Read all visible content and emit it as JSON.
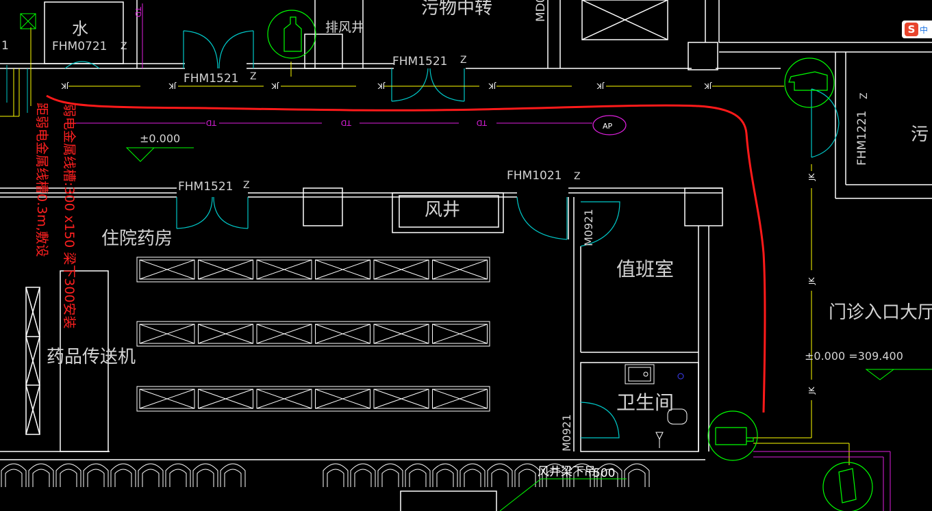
{
  "rooms": {
    "water": "水",
    "waste_transfer": "污物中转",
    "exhaust_shaft": "排风井",
    "pharmacy": "住院药房",
    "air_shaft": "风井",
    "duty_room": "值班室",
    "restroom": "卫生间",
    "med_conveyor": "药品传送机",
    "outpatient_lobby": "门诊入口大厅",
    "dirty_partial": "污"
  },
  "doors": {
    "fhm0721": "FHM0721",
    "fhm1521_a": "FHM1521",
    "fhm1521_b": "FHM1521",
    "fhm1521_c": "FHM1521",
    "fhm1021": "FHM1021",
    "fhm1221": "FHM1221",
    "m0921_a": "M0921",
    "m0921_b": "M0921",
    "md_partial": "MD0",
    "z_mark": "Z"
  },
  "levels": {
    "zero": "±0.000",
    "lobby": "±0.000 =309.400"
  },
  "notes": {
    "cable_tray": "弱电金属线槽:300 x150 梁下300安装",
    "tray_line2": "距弱电金属线槽0.3m,敷设",
    "shaft_beam": "风井梁下吊",
    "dim_500": "500"
  },
  "tags": {
    "jk": "JK",
    "td": "TD",
    "ap": "AP",
    "one": "1"
  },
  "ime": {
    "logo": "S",
    "label": "中"
  },
  "colors": {
    "wall": "#ffffff",
    "door": "#00c8c8",
    "jk_line": "#ffff00",
    "td_line": "#e020e0",
    "markup": "#ff1a1a",
    "camera": "#00ff00",
    "text": "#d4d4d4"
  }
}
